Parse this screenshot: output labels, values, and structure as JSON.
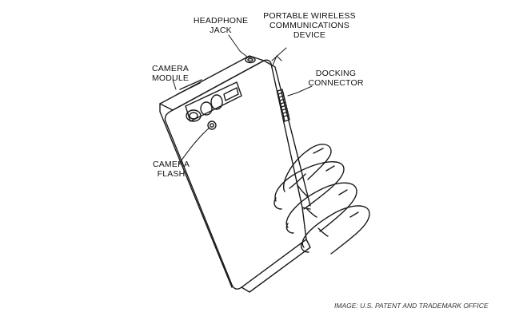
{
  "labels": {
    "headphone_jack": "HEADPHONE\nJACK",
    "portable_device": "PORTABLE WIRELESS\nCOMMUNICATIONS\nDEVICE",
    "docking_connector": "DOCKING\nCONNECTOR",
    "camera_module": "CAMERA\nMODULE",
    "camera_flash": "CAMERA\nFLASH"
  },
  "credit": "IMAGE: U.S. PATENT AND TRADEMARK OFFICE",
  "colors": {
    "line": "#1a1a1a",
    "background": "#ffffff"
  }
}
